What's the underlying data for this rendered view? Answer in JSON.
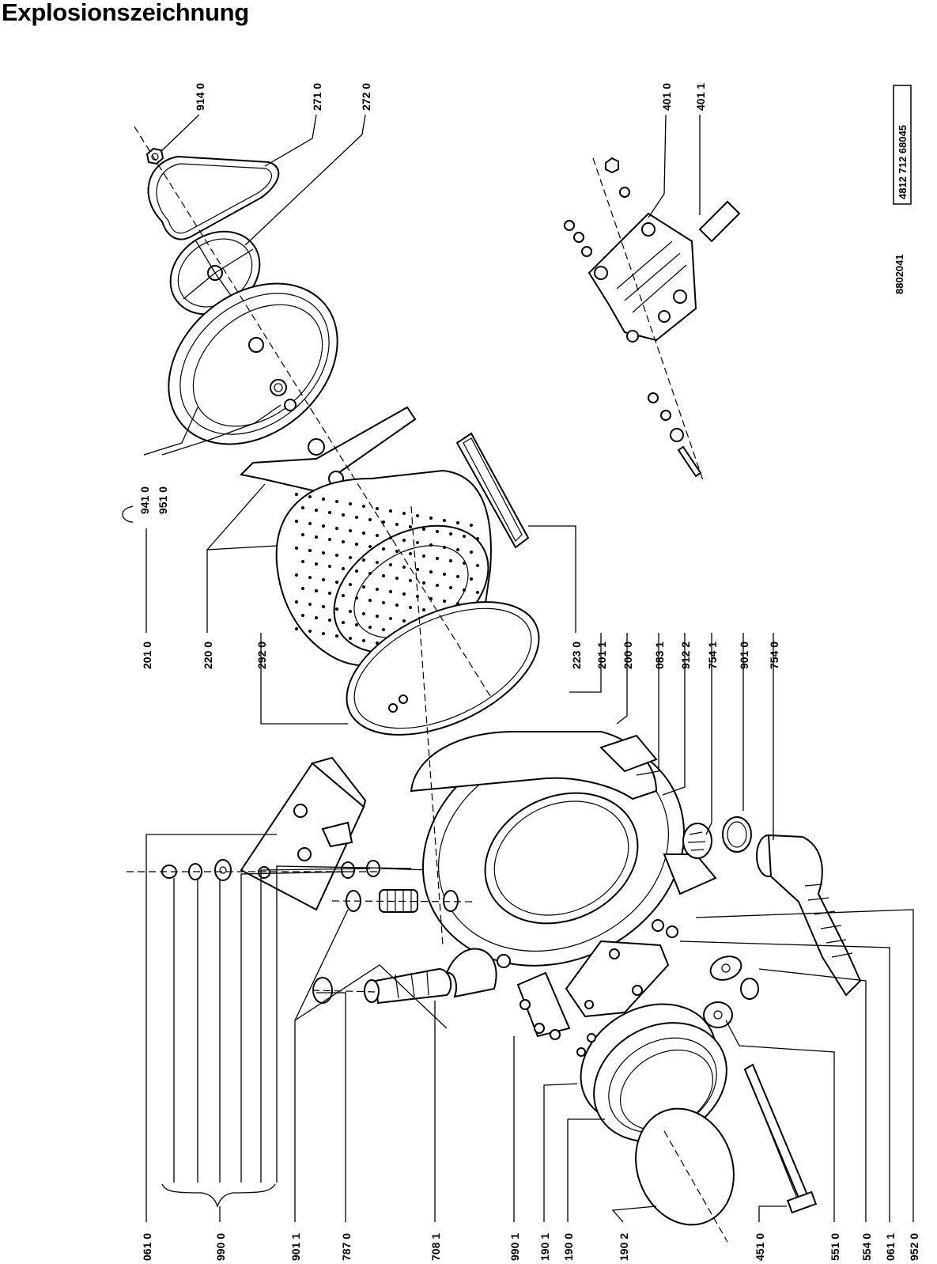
{
  "title": "Explosionszeichnung",
  "doc_number": "8802041",
  "part_number_box": "4812 712 68045",
  "labels": {
    "l0610": "061 0",
    "l9900": "990 0",
    "l9011": "901 1",
    "l7870": "787 0",
    "l7081": "708 1",
    "l9901": "990 1",
    "l1901": "190 1",
    "l1900": "190 0",
    "l1902": "190 2",
    "l4510": "451 0",
    "l5510": "551 0",
    "l5540": "554 0",
    "l0611": "061 1",
    "l9520": "952 0",
    "l2010": "201 0",
    "l2200": "220 0",
    "l2920": "292 0",
    "l2230": "223 0",
    "l2011": "201 1",
    "l2000": "200 0",
    "l0831": "083 1",
    "l9122": "912 2",
    "l7541": "754 1",
    "l9010": "901 0",
    "l7540": "754 0",
    "l9410": "941 0",
    "l9510": "951 0",
    "l9140": "914 0",
    "l2710": "271 0",
    "l2720": "272 0",
    "l4010": "401 0",
    "l4011": "401 1"
  }
}
